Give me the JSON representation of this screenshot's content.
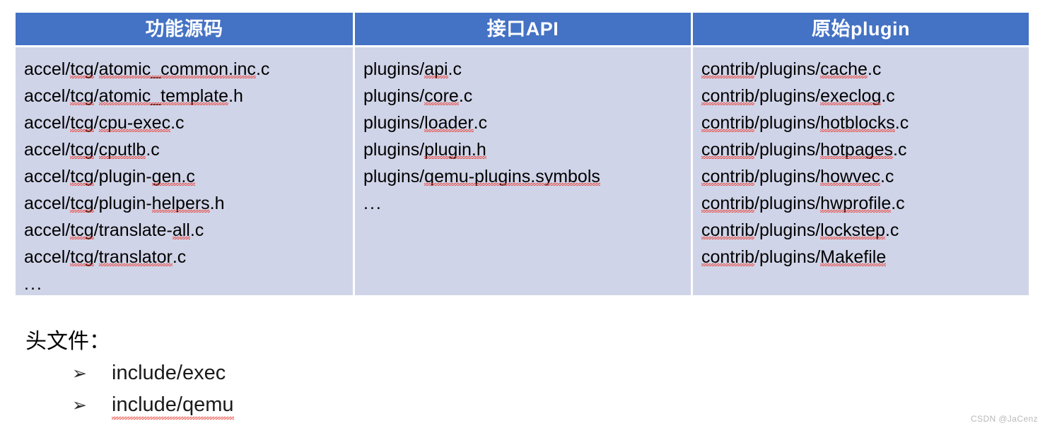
{
  "table": {
    "columns": [
      {
        "header": "功能源码",
        "items": [
          "accel/tcg/atomic_common.inc.c",
          "accel/tcg/atomic_template.h",
          "accel/tcg/cpu-exec.c",
          "accel/tcg/cputlb.c",
          "accel/tcg/plugin-gen.c",
          "accel/tcg/plugin-helpers.h",
          "accel/tcg/translate-all.c",
          "accel/tcg/translator.c"
        ],
        "ellipsis": "..."
      },
      {
        "header": "接口API",
        "items": [
          "plugins/api.c",
          "plugins/core.c",
          "plugins/loader.c",
          "plugins/plugin.h",
          "plugins/qemu-plugins.symbols"
        ],
        "ellipsis": "..."
      },
      {
        "header": "原始plugin",
        "items": [
          "contrib/plugins/cache.c",
          "contrib/plugins/execlog.c",
          "contrib/plugins/hotblocks.c",
          "contrib/plugins/hotpages.c",
          "contrib/plugins/howvec.c",
          "contrib/plugins/hwprofile.c",
          "contrib/plugins/lockstep.c",
          "contrib/plugins/Makefile"
        ],
        "ellipsis": ""
      }
    ]
  },
  "notes": {
    "title": "头文件：",
    "bullet_glyph": "➢",
    "items": [
      "include/exec",
      "include/qemu"
    ]
  },
  "watermark": "CSDN @JaCenz",
  "colors": {
    "header_bg": "#4472C4",
    "header_text": "#FFFFFF",
    "body_bg": "#D0D4E8",
    "body_text": "#000000",
    "spellcheck_underline": "#E8443A",
    "page_bg": "#FFFFFF",
    "watermark_text": "#B9B9B9"
  }
}
